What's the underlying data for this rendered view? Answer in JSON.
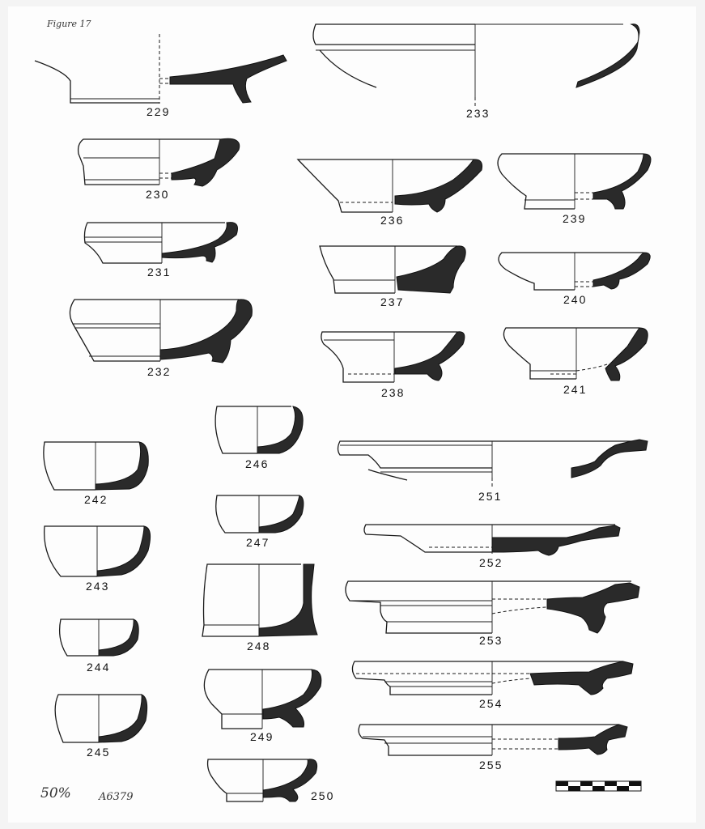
{
  "figure_label": "Figure 17",
  "scale_note": "50%",
  "catalogue_number": "A6379",
  "profile_numbers": {
    "n229": "229",
    "n230": "230",
    "n231": "231",
    "n232": "232",
    "n233": "233",
    "n236": "236",
    "n237": "237",
    "n238": "238",
    "n239": "239",
    "n240": "240",
    "n241": "241",
    "n242": "242",
    "n243": "243",
    "n244": "244",
    "n245": "245",
    "n246": "246",
    "n247": "247",
    "n248": "248",
    "n249": "249",
    "n250": "250",
    "n251": "251",
    "n252": "252",
    "n253": "253",
    "n254": "254",
    "n255": "255"
  },
  "colors": {
    "section_fill": "#2a2a2a",
    "line": "#1a1a1a",
    "paper": "#fdfdfd"
  }
}
